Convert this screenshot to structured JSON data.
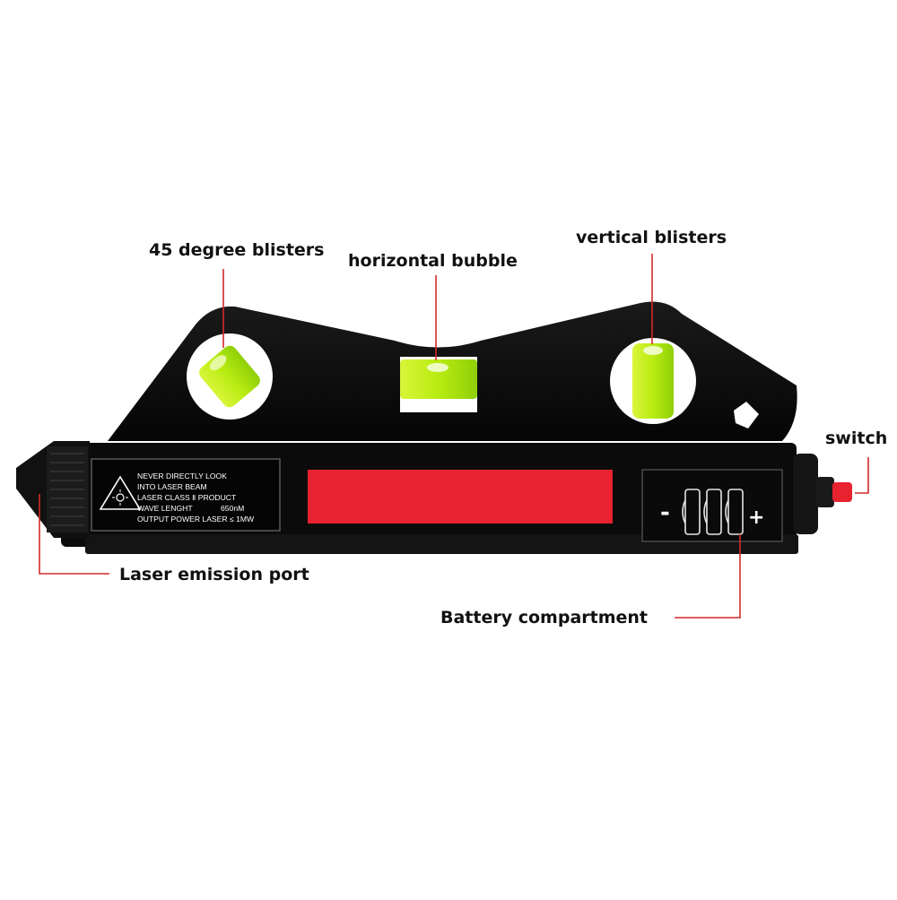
{
  "labels": {
    "degree45": "45 degree blisters",
    "horizontal": "horizontal bubble",
    "vertical": "vertical blisters",
    "switch": "switch",
    "laser_port": "Laser emission port",
    "battery": "Battery compartment"
  },
  "warning_label": {
    "line1": "NEVER DIRECTLY LOOK",
    "line2": "INTO LASER BEAM",
    "line3": "LASER CLASS Ⅱ PRODUCT",
    "line4": "WAVE LENGHT",
    "line4_value": "650nM",
    "line5": "OUTPUT POWER LASER ≤ 1MW"
  },
  "battery_panel": {
    "minus": "-",
    "plus": "+"
  },
  "colors": {
    "body": "#0d0d0d",
    "accent_red": "#e8222f",
    "leader_red": "#d42a2a",
    "vial_green": "#c8f01c"
  }
}
